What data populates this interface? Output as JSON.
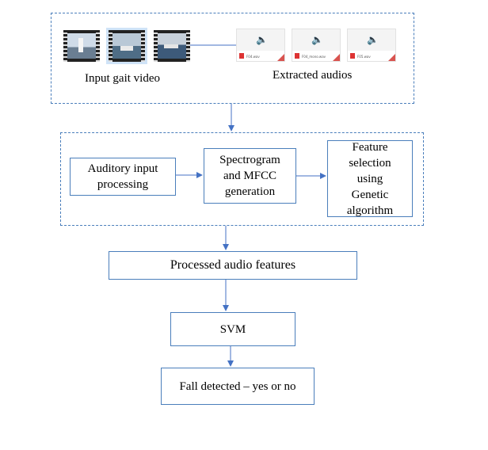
{
  "input_label": "Input gait video",
  "extracted_label": "Extracted audios",
  "audio_files": [
    "F04.wav",
    "F04_mono.wav",
    "F05.wav"
  ],
  "auditory_input": "Auditory input processing",
  "spectrogram": "Spectrogram and MFCC generation",
  "feature_selection": "Feature selection using Genetic algorithm",
  "processed": "Processed audio features",
  "svm": "SVM",
  "fall_detected": "Fall detected – yes or no",
  "colors": {
    "border": "#4a7ebb",
    "arrow": "#4472c4"
  }
}
